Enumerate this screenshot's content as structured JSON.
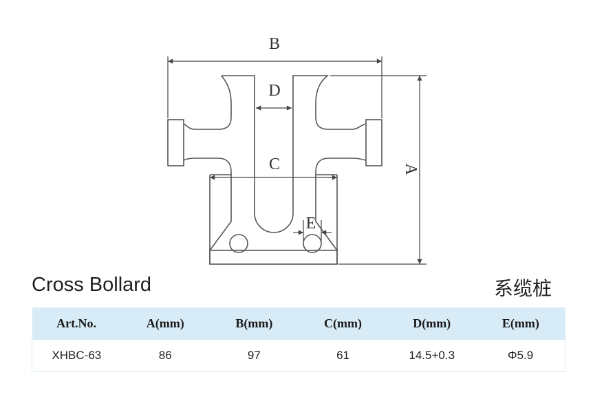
{
  "diagram": {
    "labels": {
      "a": "A",
      "b": "B",
      "c": "C",
      "d": "D",
      "e": "E"
    }
  },
  "product": {
    "title_en": "Cross Bollard",
    "title_cn": "系缆桩"
  },
  "table": {
    "headers": [
      "Art.No.",
      "A(mm)",
      "B(mm)",
      "C(mm)",
      "D(mm)",
      "E(mm)"
    ],
    "rows": [
      [
        "XHBC-63",
        "86",
        "97",
        "61",
        "14.5+0.3",
        "Φ5.9"
      ]
    ]
  },
  "colors": {
    "header_bg": "#d8ecf7",
    "line": "#555555"
  }
}
